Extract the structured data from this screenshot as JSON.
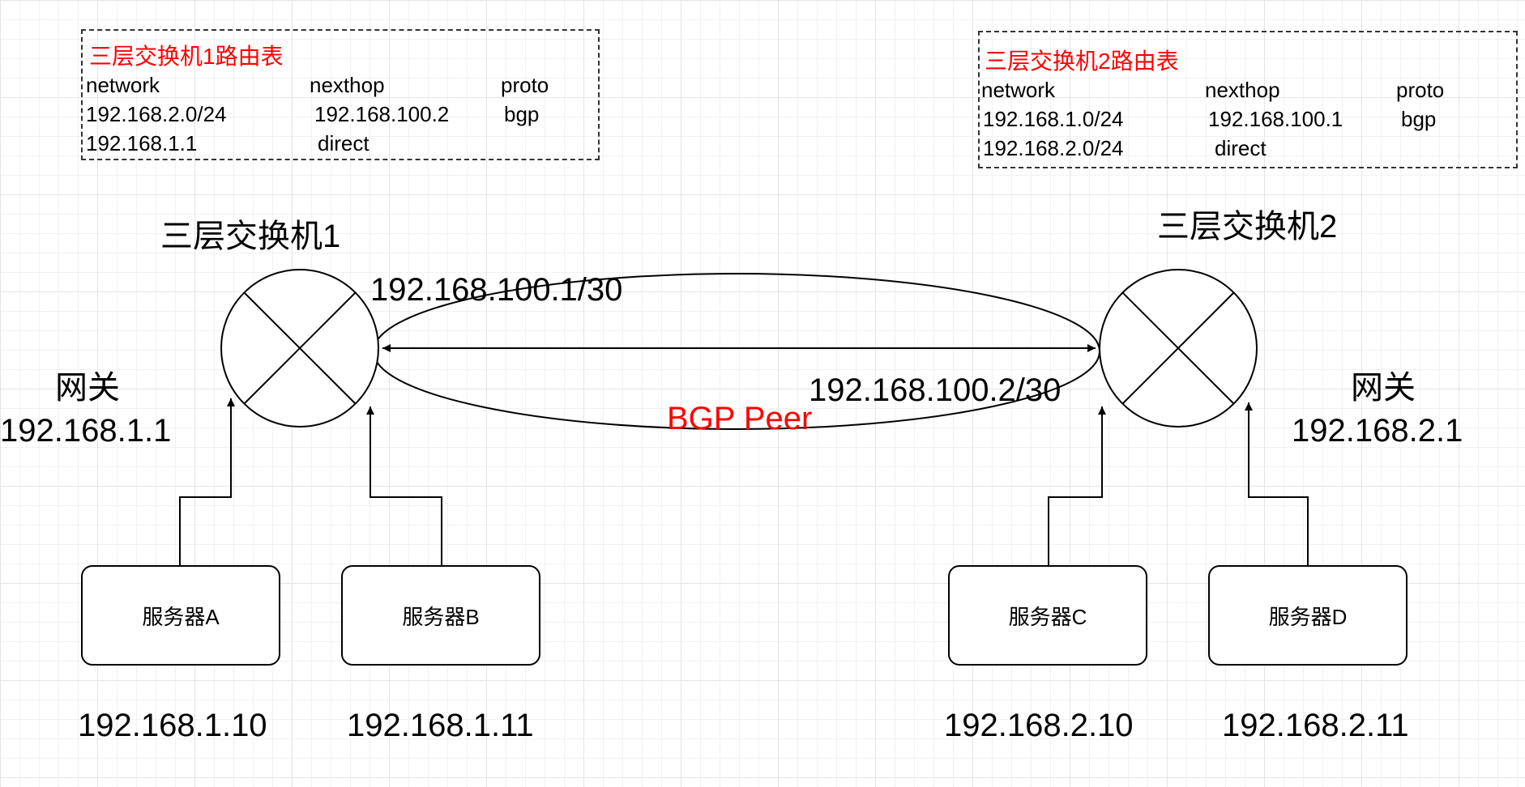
{
  "route_tables": [
    {
      "title": "三层交换机1路由表",
      "headers": [
        "network",
        "nexthop",
        "proto"
      ],
      "rows": [
        [
          "192.168.2.0/24",
          "192.168.100.2",
          "bgp"
        ],
        [
          "192.168.1.1",
          "direct",
          ""
        ]
      ]
    },
    {
      "title": "三层交换机2路由表",
      "headers": [
        "network",
        "nexthop",
        "proto"
      ],
      "rows": [
        [
          "192.168.1.0/24",
          "192.168.100.1",
          "bgp"
        ],
        [
          "192.168.2.0/24",
          "direct",
          ""
        ]
      ]
    }
  ],
  "switches": [
    {
      "name": "三层交换机1",
      "interface_ip": "192.168.100.1/30",
      "gateway_label": "网关",
      "gateway_ip": "192.168.1.1"
    },
    {
      "name": "三层交换机2",
      "interface_ip": "192.168.100.2/30",
      "gateway_label": "网关",
      "gateway_ip": "192.168.2.1"
    }
  ],
  "peer_label": "BGP Peer",
  "servers": [
    {
      "name": "服务器A",
      "ip": "192.168.1.10"
    },
    {
      "name": "服务器B",
      "ip": "192.168.1.11"
    },
    {
      "name": "服务器C",
      "ip": "192.168.2.10"
    },
    {
      "name": "服务器D",
      "ip": "192.168.2.11"
    }
  ],
  "colors": {
    "accent": "#ff0000",
    "line": "#000000"
  }
}
